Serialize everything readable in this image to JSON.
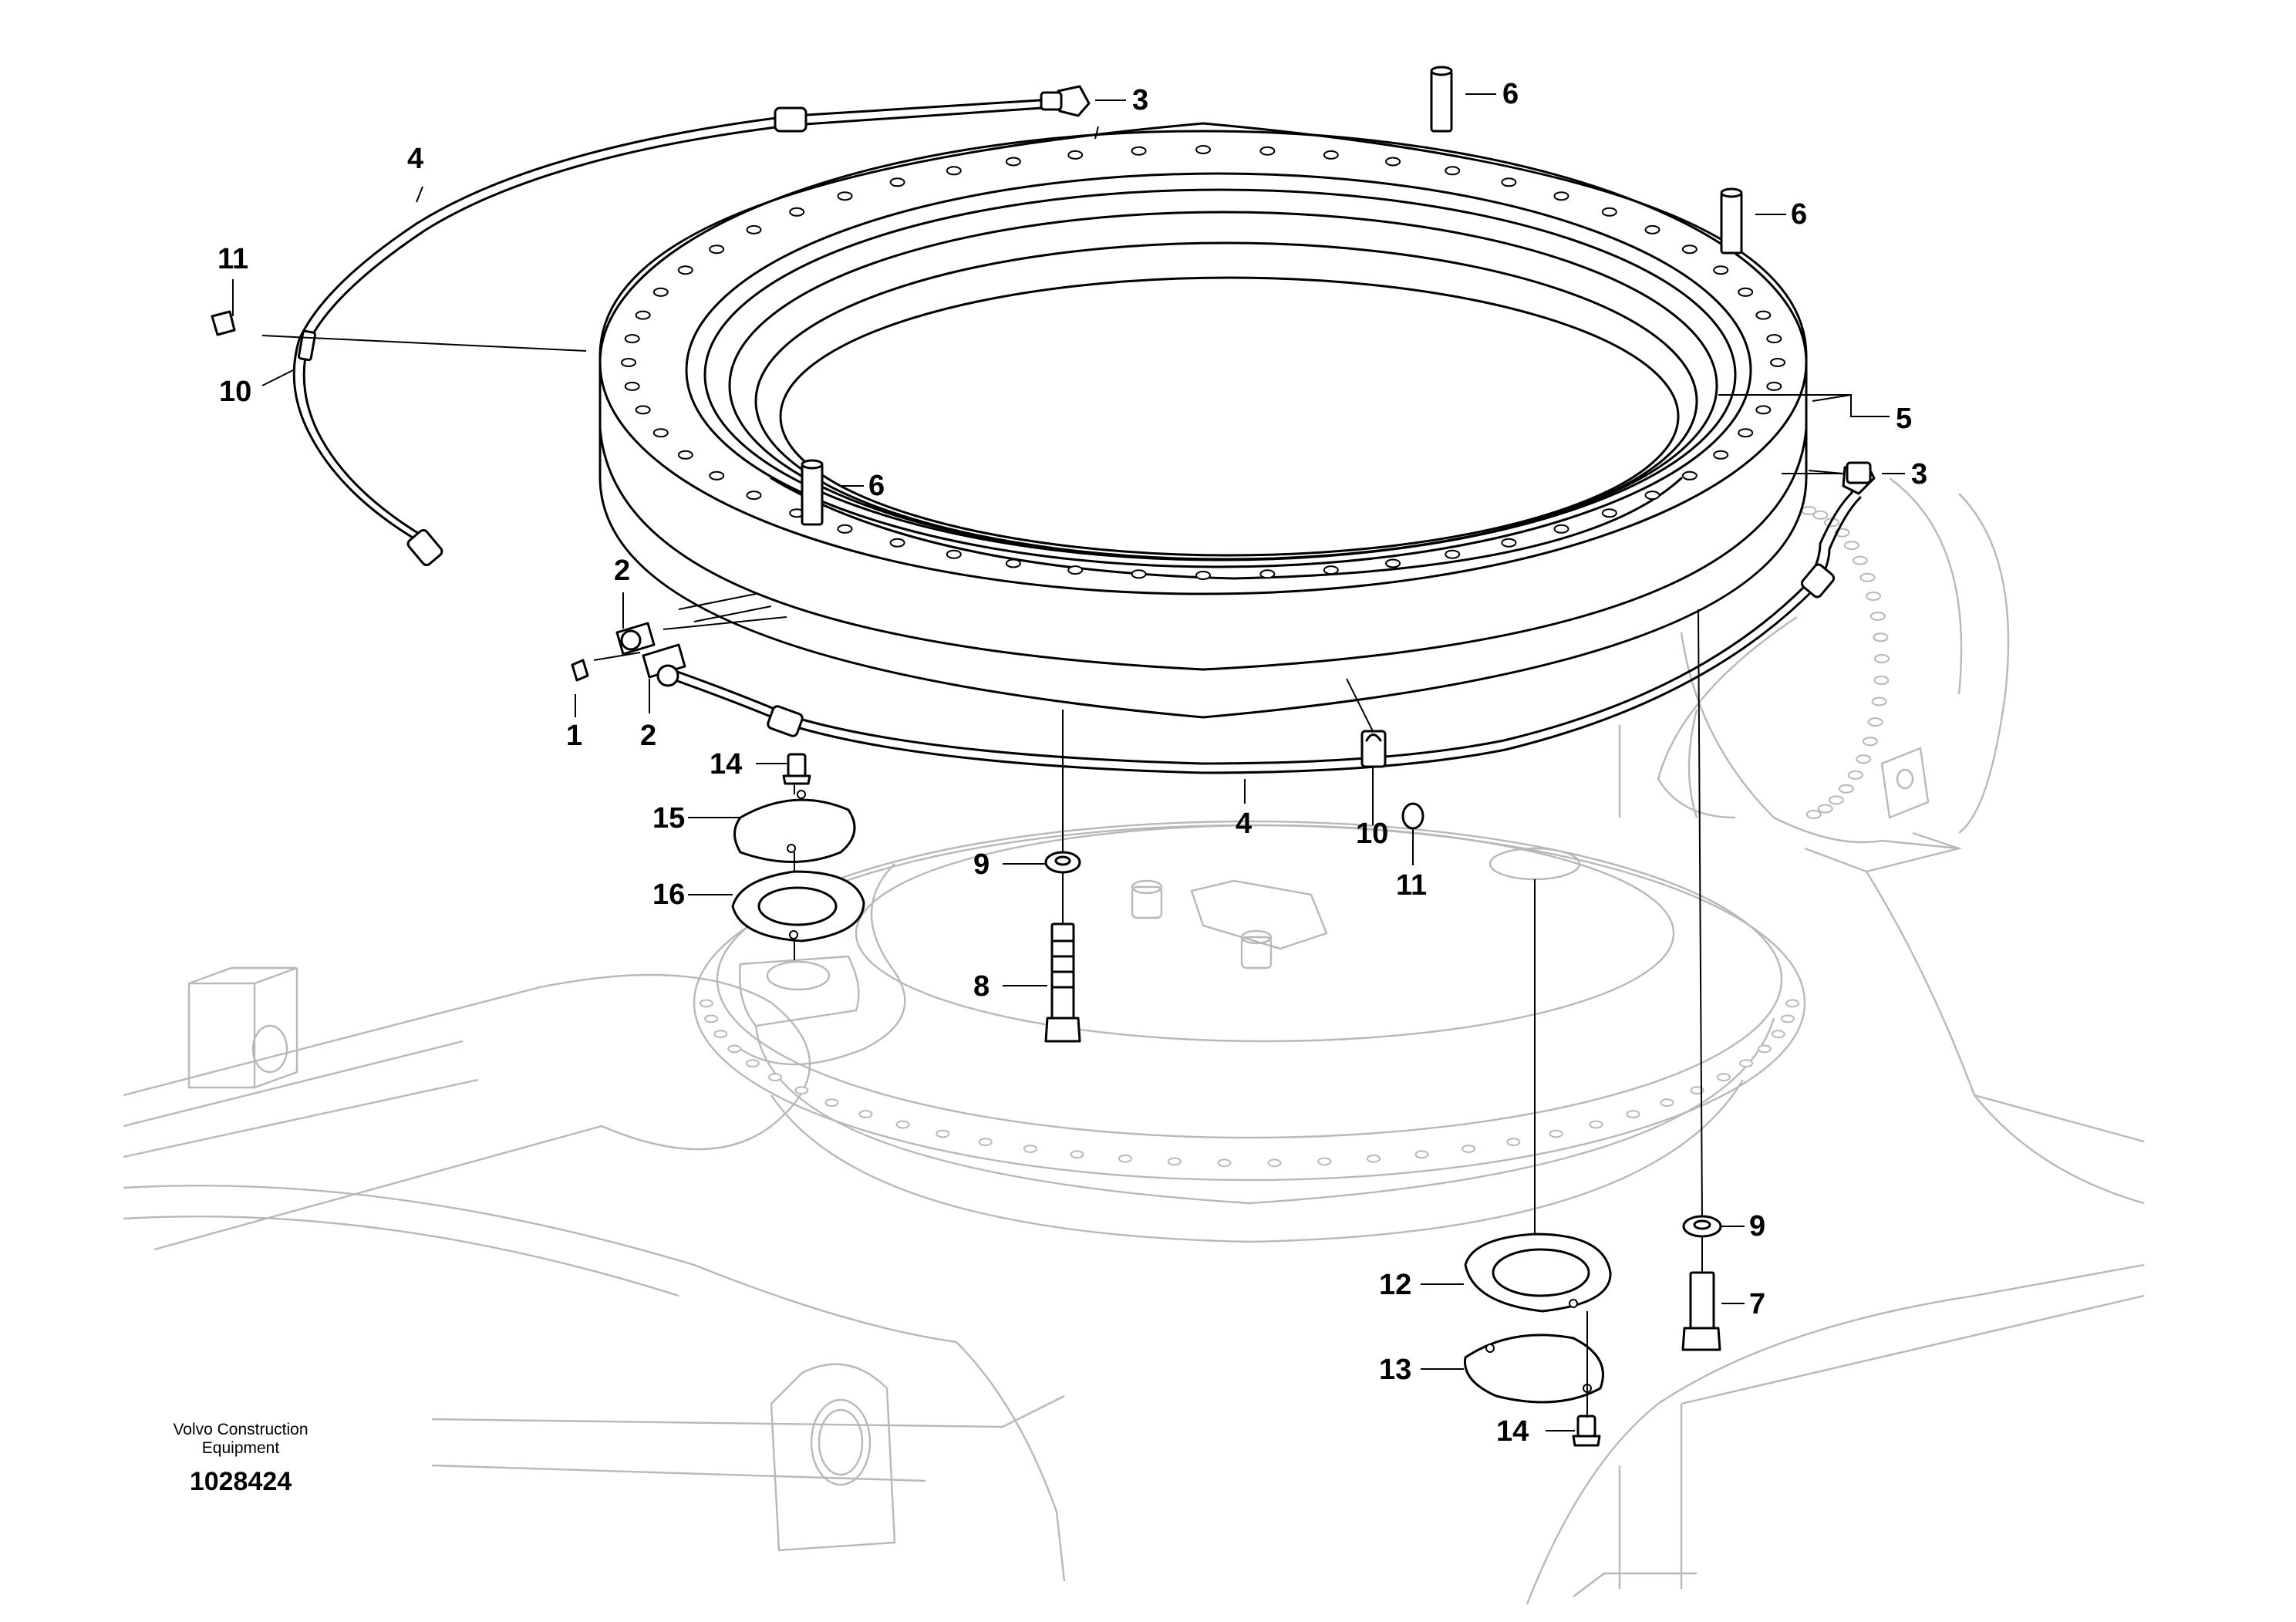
{
  "caption": {
    "line1": "Volvo Construction",
    "line2": "Equipment",
    "number": "1028424"
  },
  "callouts": [
    {
      "id": "c3a",
      "label": "3"
    },
    {
      "id": "c6a",
      "label": "6"
    },
    {
      "id": "c4a",
      "label": "4"
    },
    {
      "id": "c6b",
      "label": "6"
    },
    {
      "id": "c11a",
      "label": "11"
    },
    {
      "id": "c10a",
      "label": "10"
    },
    {
      "id": "c5",
      "label": "5"
    },
    {
      "id": "c3b",
      "label": "3"
    },
    {
      "id": "c6c",
      "label": "6"
    },
    {
      "id": "c2a",
      "label": "2"
    },
    {
      "id": "c1",
      "label": "1"
    },
    {
      "id": "c2b",
      "label": "2"
    },
    {
      "id": "c14a",
      "label": "14"
    },
    {
      "id": "c15",
      "label": "15"
    },
    {
      "id": "c4b",
      "label": "4"
    },
    {
      "id": "c10b",
      "label": "10"
    },
    {
      "id": "c11b",
      "label": "11"
    },
    {
      "id": "c9a",
      "label": "9"
    },
    {
      "id": "c16",
      "label": "16"
    },
    {
      "id": "c8",
      "label": "8"
    },
    {
      "id": "c9b",
      "label": "9"
    },
    {
      "id": "c12",
      "label": "12"
    },
    {
      "id": "c7",
      "label": "7"
    },
    {
      "id": "c13",
      "label": "13"
    },
    {
      "id": "c14b",
      "label": "14"
    }
  ]
}
